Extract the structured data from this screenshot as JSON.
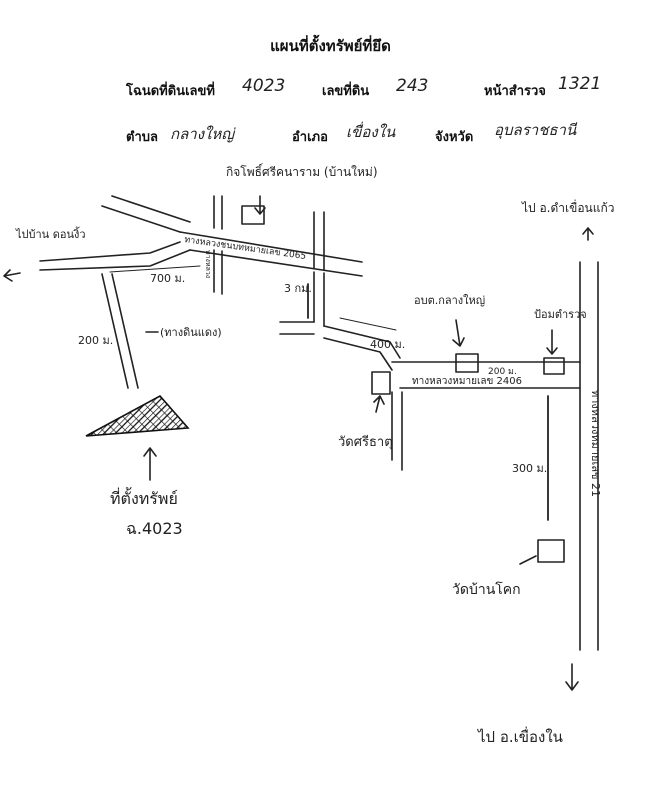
{
  "header": {
    "title": "แผนที่ตั้งทรัพย์ที่ยึด",
    "deed_label": "โฉนดที่ดินเลขที่",
    "deed_value": "4023",
    "land_no_label": "เลขที่ดิน",
    "land_no_value": "243",
    "survey_label": "หน้าสำรวจ",
    "survey_value": "1321",
    "subdistrict_label": "ตำบล",
    "subdistrict_value": "กลางใหญ่",
    "district_label": "อำเภอ",
    "district_value": "เขื่องใน",
    "province_label": "จังหวัด",
    "province_value": "อุบลราชธานี"
  },
  "map": {
    "label_to_left": "ไปบ้าน ดอนงิ้ว",
    "label_top_place": "กิจโพธิ์ศรีคนาราม (บ้านใหม่)",
    "label_to_top_right": "ไป อ.ดำเขื่อนแก้ว",
    "road_2065": "ทางหลวงชนบทหมายเลข 2065",
    "road_small_vertical": "ทางหลวง",
    "dist_700": "700 ม.",
    "dist_200": "200 ม.",
    "dirt_road": "(ทางดินแดง)",
    "dist_3km": "3 กม.",
    "label_sao": "อบต.กลางใหญ่",
    "label_health": "ป้อมตำรวจ",
    "dist_400": "400 ม.",
    "dist_200b": "200 ม.",
    "road_2406": "ทางหลวงหมายเลข 2406",
    "label_temple": "วัดศรีธาตุ",
    "road_right_vertical": "ทางหลวงหมายเลข 21",
    "dist_300": "300 ม.",
    "label_temple2": "วัดบ้านโคก",
    "label_to_bottom": "ไป อ.เขื่องใน",
    "property_label": "ที่ตั้งทรัพย์",
    "property_deed": "ฉ.4023"
  }
}
